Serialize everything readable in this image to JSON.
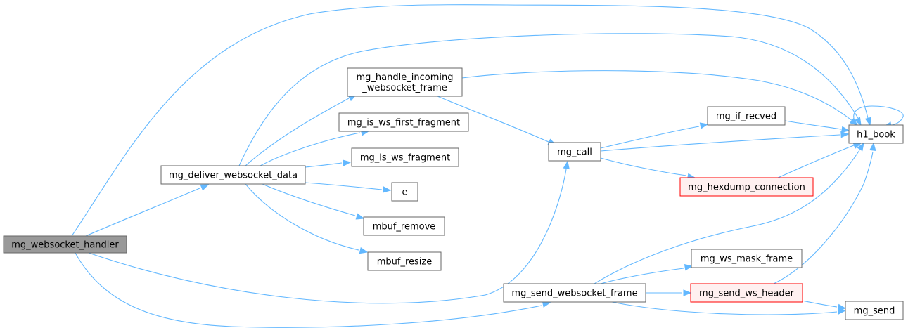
{
  "colors": {
    "edge": "#63b8ff",
    "node_fill": "#ffffff",
    "node_stroke": "#666666",
    "root_fill": "#999999",
    "root_stroke": "#666666",
    "red_fill": "#fff0f0",
    "red_stroke": "#ff0000",
    "text": "#000000"
  },
  "nodes": [
    {
      "id": "ws_handler",
      "lines": [
        "mg_websocket_handler"
      ],
      "style": "root"
    },
    {
      "id": "deliver",
      "lines": [
        "mg_deliver_websocket_data"
      ],
      "style": "normal"
    },
    {
      "id": "handle_incoming",
      "lines": [
        "mg_handle_incoming",
        "_websocket_frame"
      ],
      "style": "normal"
    },
    {
      "id": "first_fragment",
      "lines": [
        "mg_is_ws_first_fragment"
      ],
      "style": "normal"
    },
    {
      "id": "is_fragment",
      "lines": [
        "mg_is_ws_fragment"
      ],
      "style": "normal"
    },
    {
      "id": "e",
      "lines": [
        "e"
      ],
      "style": "normal"
    },
    {
      "id": "mbuf_remove",
      "lines": [
        "mbuf_remove"
      ],
      "style": "normal"
    },
    {
      "id": "mbuf_resize",
      "lines": [
        "mbuf_resize"
      ],
      "style": "normal"
    },
    {
      "id": "mg_call",
      "lines": [
        "mg_call"
      ],
      "style": "normal"
    },
    {
      "id": "if_recved",
      "lines": [
        "mg_if_recved"
      ],
      "style": "normal"
    },
    {
      "id": "hexdump",
      "lines": [
        "mg_hexdump_connection"
      ],
      "style": "red"
    },
    {
      "id": "h1_book",
      "lines": [
        "h1_book"
      ],
      "style": "normal"
    },
    {
      "id": "send_ws_frame",
      "lines": [
        "mg_send_websocket_frame"
      ],
      "style": "normal"
    },
    {
      "id": "ws_mask",
      "lines": [
        "mg_ws_mask_frame"
      ],
      "style": "normal"
    },
    {
      "id": "send_ws_header",
      "lines": [
        "mg_send_ws_header"
      ],
      "style": "red"
    },
    {
      "id": "mg_send",
      "lines": [
        "mg_send"
      ],
      "style": "normal"
    }
  ],
  "edges": [
    {
      "from": "ws_handler",
      "to": "deliver"
    },
    {
      "from": "ws_handler",
      "to": "h1_book"
    },
    {
      "from": "ws_handler",
      "to": "mg_call"
    },
    {
      "from": "ws_handler",
      "to": "send_ws_frame"
    },
    {
      "from": "deliver",
      "to": "handle_incoming"
    },
    {
      "from": "deliver",
      "to": "first_fragment"
    },
    {
      "from": "deliver",
      "to": "is_fragment"
    },
    {
      "from": "deliver",
      "to": "e"
    },
    {
      "from": "deliver",
      "to": "mbuf_remove"
    },
    {
      "from": "deliver",
      "to": "mbuf_resize"
    },
    {
      "from": "deliver",
      "to": "h1_book"
    },
    {
      "from": "handle_incoming",
      "to": "mg_call"
    },
    {
      "from": "handle_incoming",
      "to": "h1_book"
    },
    {
      "from": "mg_call",
      "to": "if_recved"
    },
    {
      "from": "mg_call",
      "to": "h1_book"
    },
    {
      "from": "mg_call",
      "to": "hexdump"
    },
    {
      "from": "if_recved",
      "to": "h1_book"
    },
    {
      "from": "hexdump",
      "to": "h1_book"
    },
    {
      "from": "h1_book",
      "to": "h1_book"
    },
    {
      "from": "send_ws_frame",
      "to": "ws_mask"
    },
    {
      "from": "send_ws_frame",
      "to": "send_ws_header"
    },
    {
      "from": "send_ws_frame",
      "to": "mg_send"
    },
    {
      "from": "send_ws_frame",
      "to": "h1_book"
    },
    {
      "from": "send_ws_header",
      "to": "h1_book"
    },
    {
      "from": "send_ws_header",
      "to": "mg_send"
    }
  ]
}
